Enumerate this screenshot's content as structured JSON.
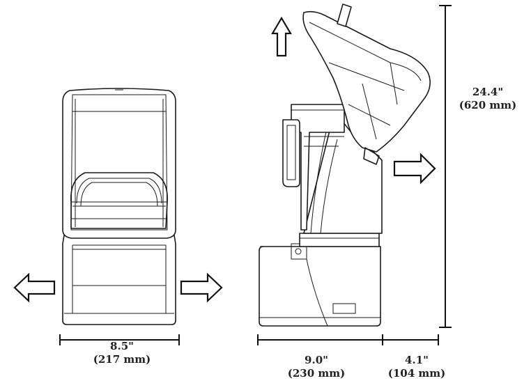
{
  "dimensions": {
    "width": {
      "imperial": "8.5\"",
      "metric": "(217 mm)"
    },
    "depth": {
      "imperial": "9.0\"",
      "metric": "(230 mm)"
    },
    "cord": {
      "imperial": "4.1\"",
      "metric": "(104 mm)"
    },
    "height": {
      "imperial": "24.4\"",
      "metric": "(620 mm)"
    }
  },
  "icons": [
    "arrow-left-icon",
    "arrow-right-icon",
    "arrow-up-icon"
  ]
}
